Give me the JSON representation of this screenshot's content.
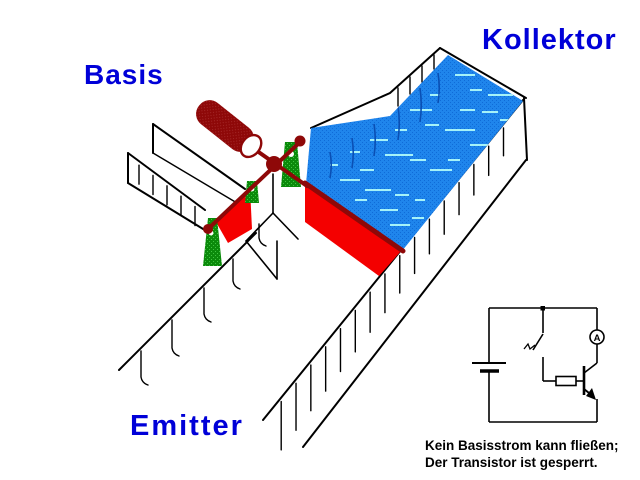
{
  "labels": {
    "basis": "Basis",
    "kollektor": "Kollektor",
    "emitter": "Emitter"
  },
  "caption": {
    "line1": "Kein Basisstrom kann fließen;",
    "line2": "Der Transistor ist gesperrt."
  },
  "circuit": {
    "ammeter_label": "A"
  },
  "colors": {
    "label_blue": "#0000D8",
    "line_black": "#000000",
    "water_blue": "#1F85EC",
    "water_dither": "#0F6BD8",
    "water_streak": "#A5F2F8",
    "water_reed": "#0A4FB4",
    "gate_red": "#F40000",
    "dark_red": "#8E0808",
    "post_green": "#0B8A0B",
    "post_green_light": "#3FC43F",
    "background": "#FFFFFF"
  }
}
